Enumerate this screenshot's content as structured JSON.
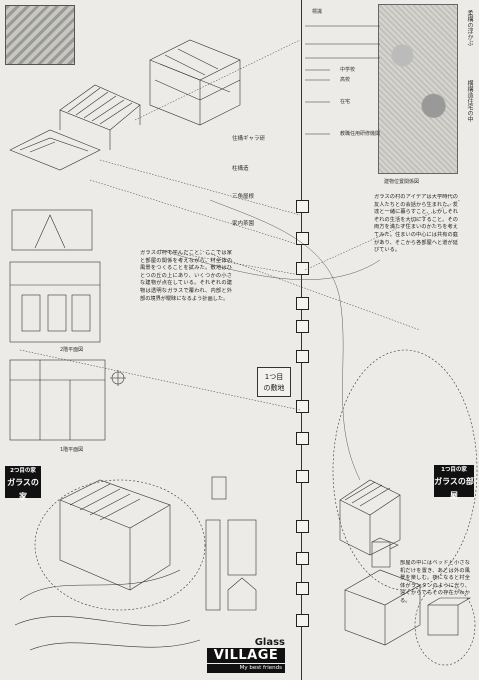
{
  "header": {
    "vertical_title_top": "柔構の浮かぶ",
    "vertical_title_mid": "横構造住宅の中"
  },
  "timeline": {
    "head_label": "標識",
    "labels": [
      "中学校",
      "高校",
      "在宅",
      "教職任用研修機関"
    ]
  },
  "site": {
    "label_line1": "1つ目",
    "label_line2": "の敷地"
  },
  "captions": {
    "map": "建物位置関係図",
    "plan_2f": "2階平面図",
    "plan_1f": "1階平面図"
  },
  "annotations": [
    "住構ギャラ研",
    "柱構造",
    "三角屋根",
    "家内茶園"
  ],
  "badges": {
    "house_top": "2つ目の家",
    "house_bottom": "ガラスの家",
    "room_top": "1つ目の家",
    "room_bottom": "ガラスの部屋"
  },
  "title": {
    "glass": "Glass",
    "village": "VILLAGE",
    "subtitle": "My best friends"
  },
  "body_text": {
    "center": "ガラスの村で学んだこと。ここでは家と部屋の関係を考えながら、村全体の風景をつくることを試みた。敷地はひとつの丘の上にあり、いくつかの小さな建物が点在している。それぞれの建物は透明なガラスで覆われ、内部と外部の境界が曖昧になるよう計画した。",
    "right": "ガラスの村のアイデアは大学時代の友人たちとの会話から生まれた。友達と一緒に暮らすこと、しかしそれぞれの生活を大切にすること。その両方を満たす住まいのかたちを考えてみた。住まいの中心には共有の庭があり、そこから各部屋へと道が延びている。",
    "right_bottom": "部屋の中にはベッドと小さな机だけを置き、あとは外の風景を楽しむ。夜になると村全体がランタンのように光り、遠くからでもその存在がわかる。"
  }
}
